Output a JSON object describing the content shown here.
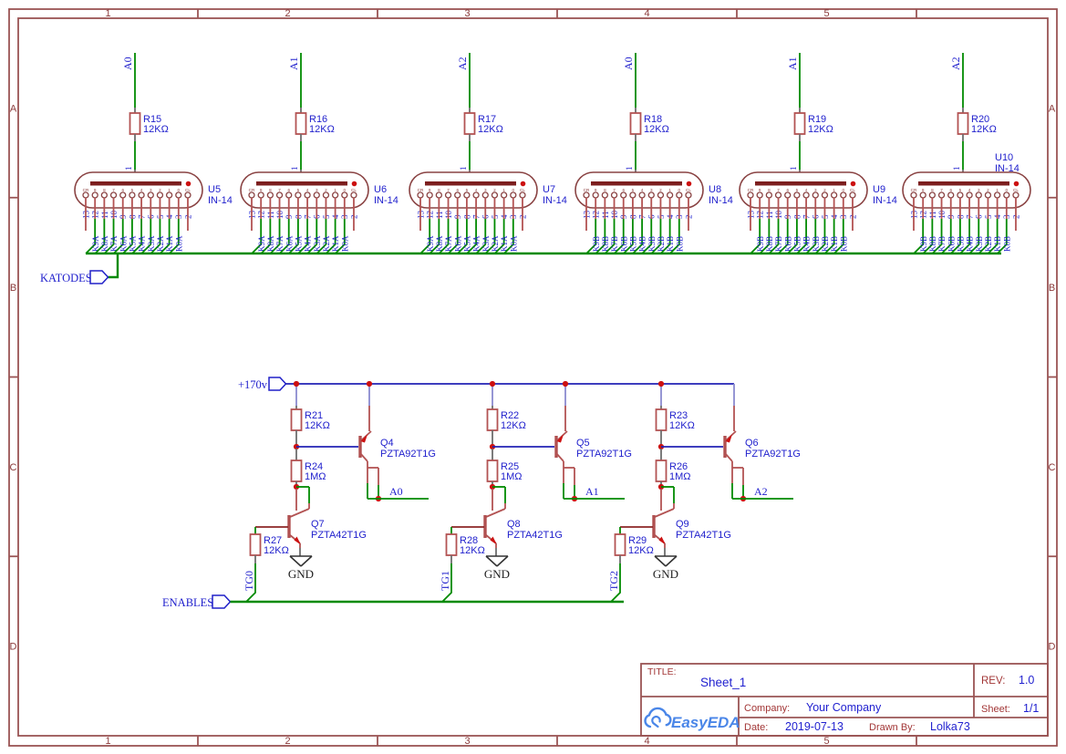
{
  "frame": {
    "columns": [
      "1",
      "2",
      "3",
      "4",
      "5"
    ],
    "rows": [
      "A",
      "B",
      "C",
      "D"
    ]
  },
  "ports": {
    "katodes": "KATODES",
    "enables": "ENABLES",
    "rail": "+170v"
  },
  "tube_section": {
    "pin_names": [
      "CR",
      "9",
      "8",
      "7",
      "6",
      "5",
      "4",
      "3",
      "2",
      "1",
      "0",
      "CL"
    ],
    "pin_numbers": [
      "13",
      "12",
      "11",
      "10",
      "9",
      "8",
      "7",
      "6",
      "5",
      "4",
      "3",
      "2"
    ],
    "anode_pin_number": "1",
    "tubes": [
      {
        "ref": "U5",
        "part": "IN-14",
        "anode_net": "A0",
        "resistor": {
          "ref": "R15",
          "value": "12KΩ"
        },
        "kathode_nets": [
          "K9A",
          "K8A",
          "K7A",
          "K6A",
          "K5A",
          "K4A",
          "K3A",
          "K2A",
          "K1A",
          "K0A"
        ]
      },
      {
        "ref": "U6",
        "part": "IN-14",
        "anode_net": "A1",
        "resistor": {
          "ref": "R16",
          "value": "12KΩ"
        },
        "kathode_nets": [
          "K9A",
          "K8A",
          "K7A",
          "K6A",
          "K5A",
          "K4A",
          "K3A",
          "K2A",
          "K1A",
          "K0A"
        ]
      },
      {
        "ref": "U7",
        "part": "IN-14",
        "anode_net": "A2",
        "resistor": {
          "ref": "R17",
          "value": "12KΩ"
        },
        "kathode_nets": [
          "K9A",
          "K8A",
          "K7A",
          "K6A",
          "K5A",
          "K4A",
          "K3A",
          "K2A",
          "K1A",
          "K0A"
        ]
      },
      {
        "ref": "U8",
        "part": "IN-14",
        "anode_net": "A0",
        "resistor": {
          "ref": "R18",
          "value": "12KΩ"
        },
        "kathode_nets": [
          "K9B",
          "K8B",
          "K7B",
          "K6B",
          "K5B",
          "K4B",
          "K3B",
          "K2B",
          "K1B",
          "K0B"
        ]
      },
      {
        "ref": "U9",
        "part": "IN-14",
        "anode_net": "A1",
        "resistor": {
          "ref": "R19",
          "value": "12KΩ"
        },
        "kathode_nets": [
          "K9B",
          "K8B",
          "K7B",
          "K6B",
          "K5B",
          "K4B",
          "K3B",
          "K2B",
          "K1B",
          "K0B"
        ]
      },
      {
        "ref": "U10",
        "part": "IN-14",
        "anode_net": "A2",
        "resistor": {
          "ref": "R20",
          "value": "12KΩ"
        },
        "kathode_nets": [
          "K9B",
          "K8B",
          "K7B",
          "K6B",
          "K5B",
          "K4B",
          "K3B",
          "K2B",
          "K1B",
          "K0B"
        ]
      }
    ]
  },
  "driver_section": {
    "gnd_label": "GND",
    "stages": [
      {
        "pullup": {
          "ref": "R21",
          "value": "12KΩ"
        },
        "bias": {
          "ref": "R24",
          "value": "1MΩ"
        },
        "base_res": {
          "ref": "R27",
          "value": "12KΩ"
        },
        "pnp": {
          "ref": "Q4",
          "part": "PZTA92T1G"
        },
        "npn": {
          "ref": "Q7",
          "part": "PZTA42T1G"
        },
        "anode_net": "A0",
        "enable_net": "TG0"
      },
      {
        "pullup": {
          "ref": "R22",
          "value": "12KΩ"
        },
        "bias": {
          "ref": "R25",
          "value": "1MΩ"
        },
        "base_res": {
          "ref": "R28",
          "value": "12KΩ"
        },
        "pnp": {
          "ref": "Q5",
          "part": "PZTA92T1G"
        },
        "npn": {
          "ref": "Q8",
          "part": "PZTA42T1G"
        },
        "anode_net": "A1",
        "enable_net": "TG1"
      },
      {
        "pullup": {
          "ref": "R23",
          "value": "12KΩ"
        },
        "bias": {
          "ref": "R26",
          "value": "1MΩ"
        },
        "base_res": {
          "ref": "R29",
          "value": "12KΩ"
        },
        "pnp": {
          "ref": "Q6",
          "part": "PZTA92T1G"
        },
        "npn": {
          "ref": "Q9",
          "part": "PZTA42T1G"
        },
        "anode_net": "A2",
        "enable_net": "TG2"
      }
    ]
  },
  "title_block": {
    "title_label": "TITLE:",
    "title": "Sheet_1",
    "rev_label": "REV:",
    "rev": "1.0",
    "company_label": "Company:",
    "company": "Your Company",
    "sheet_label": "Sheet:",
    "sheet": "1/1",
    "date_label": "Date:",
    "date": "2019-07-13",
    "drawn_by_label": "Drawn By:",
    "drawn_by": "Lolka73",
    "logo_text": "EasyEDA"
  }
}
